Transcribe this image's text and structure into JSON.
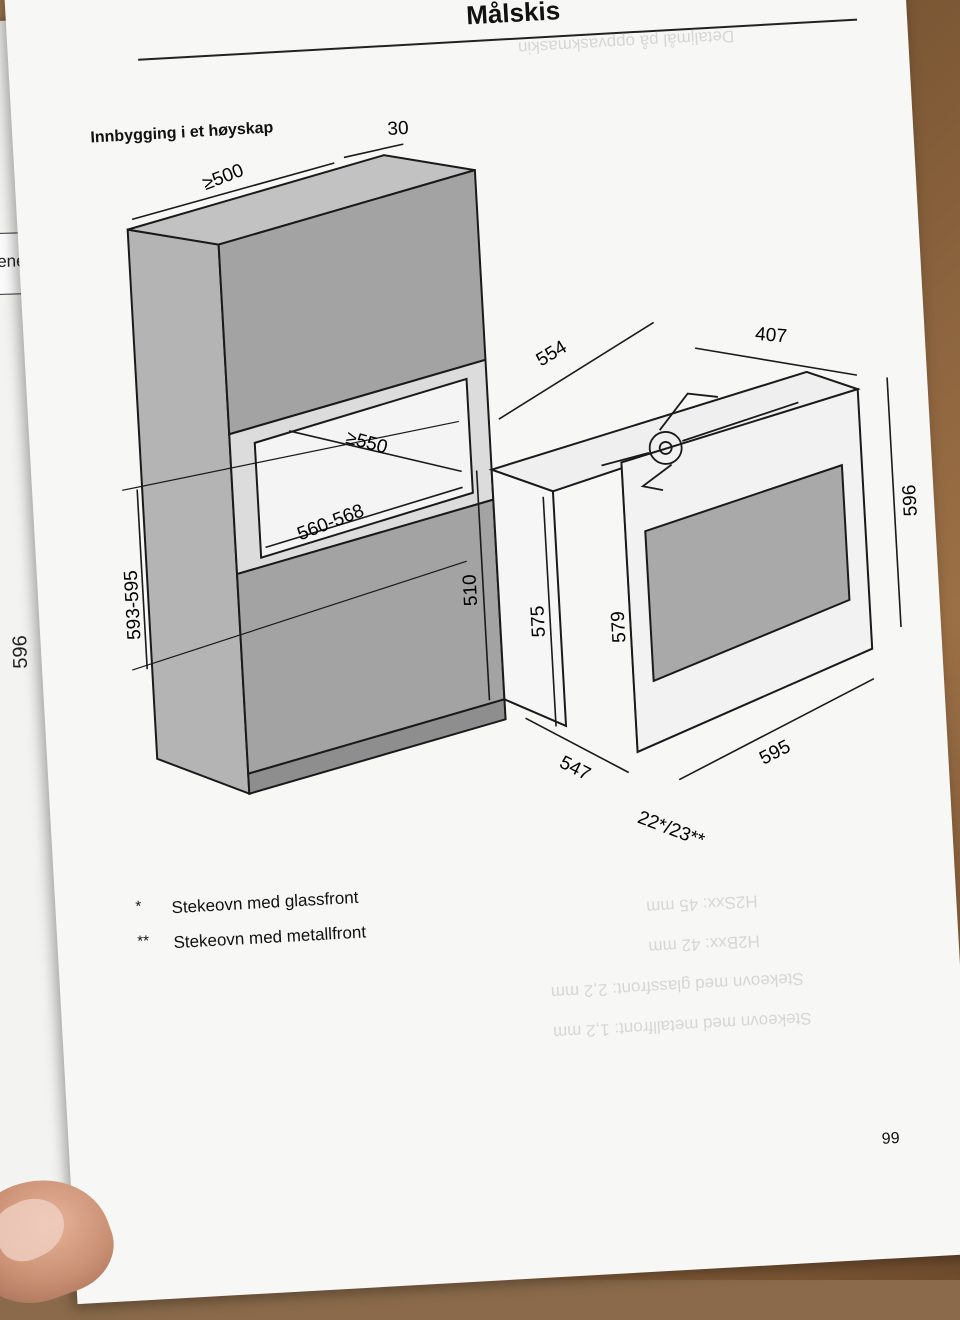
{
  "header": {
    "title": "Målskis"
  },
  "section": {
    "title": "Innbygging i et høyskap"
  },
  "left_page": {
    "box_text": "ene",
    "number": "596"
  },
  "cabinet_dims": {
    "top_depth": "≥500",
    "top_gap": "30",
    "niche_depth": "≥550",
    "niche_width": "560-568",
    "niche_height": "593-595"
  },
  "oven_dims": {
    "depth_top": "554",
    "width_top": "407",
    "height_total": "596",
    "height_510": "510",
    "height_575": "575",
    "height_579": "579",
    "depth_bottom": "547",
    "width_front": "595",
    "front_thickness": "22*/23**"
  },
  "footnotes": [
    {
      "mark": "*",
      "text": "Stekeovn med glassfront"
    },
    {
      "mark": "**",
      "text": "Stekeovn med metallfront"
    }
  ],
  "ghost_text": [
    "Detaljmål på oppvaskmaskin",
    "H2Sxx: 45 mm",
    "H2Bxx: 42 mm",
    "Stekeovn med glassfront: 2,2 mm",
    "Stekeovn med metallfront: 1,2 mm"
  ],
  "page_number": "99",
  "colors": {
    "paper": "#f7f7f6",
    "cabinet_fill": "#a9a9a9",
    "line": "#1a1a1a",
    "table": "#8a6a4a"
  }
}
